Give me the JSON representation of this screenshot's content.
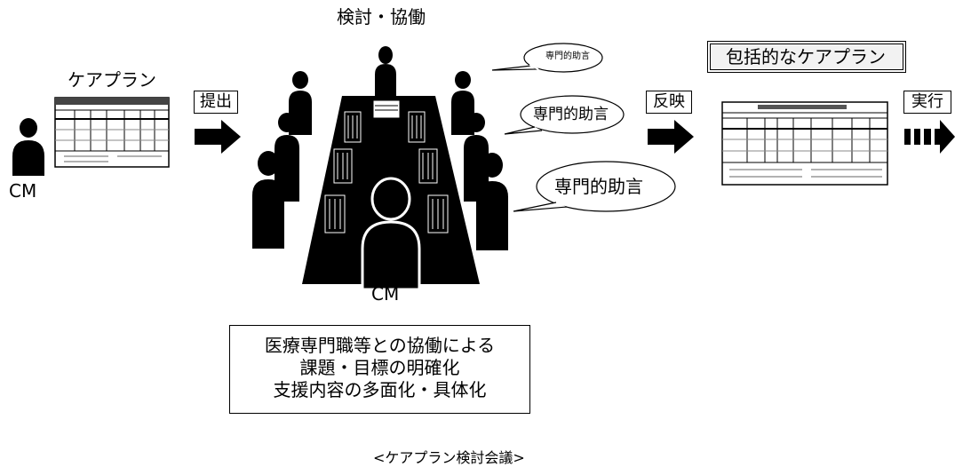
{
  "title": "検討・協働",
  "left": {
    "label": "ケアプラン",
    "person": "CM",
    "submit": "提出"
  },
  "meeting": {
    "person": "CM",
    "advice": [
      "専門的助言",
      "専門的助言",
      "専門的助言"
    ]
  },
  "right": {
    "reflect": "反映",
    "label": "包括的なケアプラン",
    "execute": "実行"
  },
  "summary": [
    "医療専門職等との協働による",
    "課題・目標の明確化",
    "支援内容の多面化・具体化"
  ],
  "caption": "<ケアプラン検討会議>"
}
